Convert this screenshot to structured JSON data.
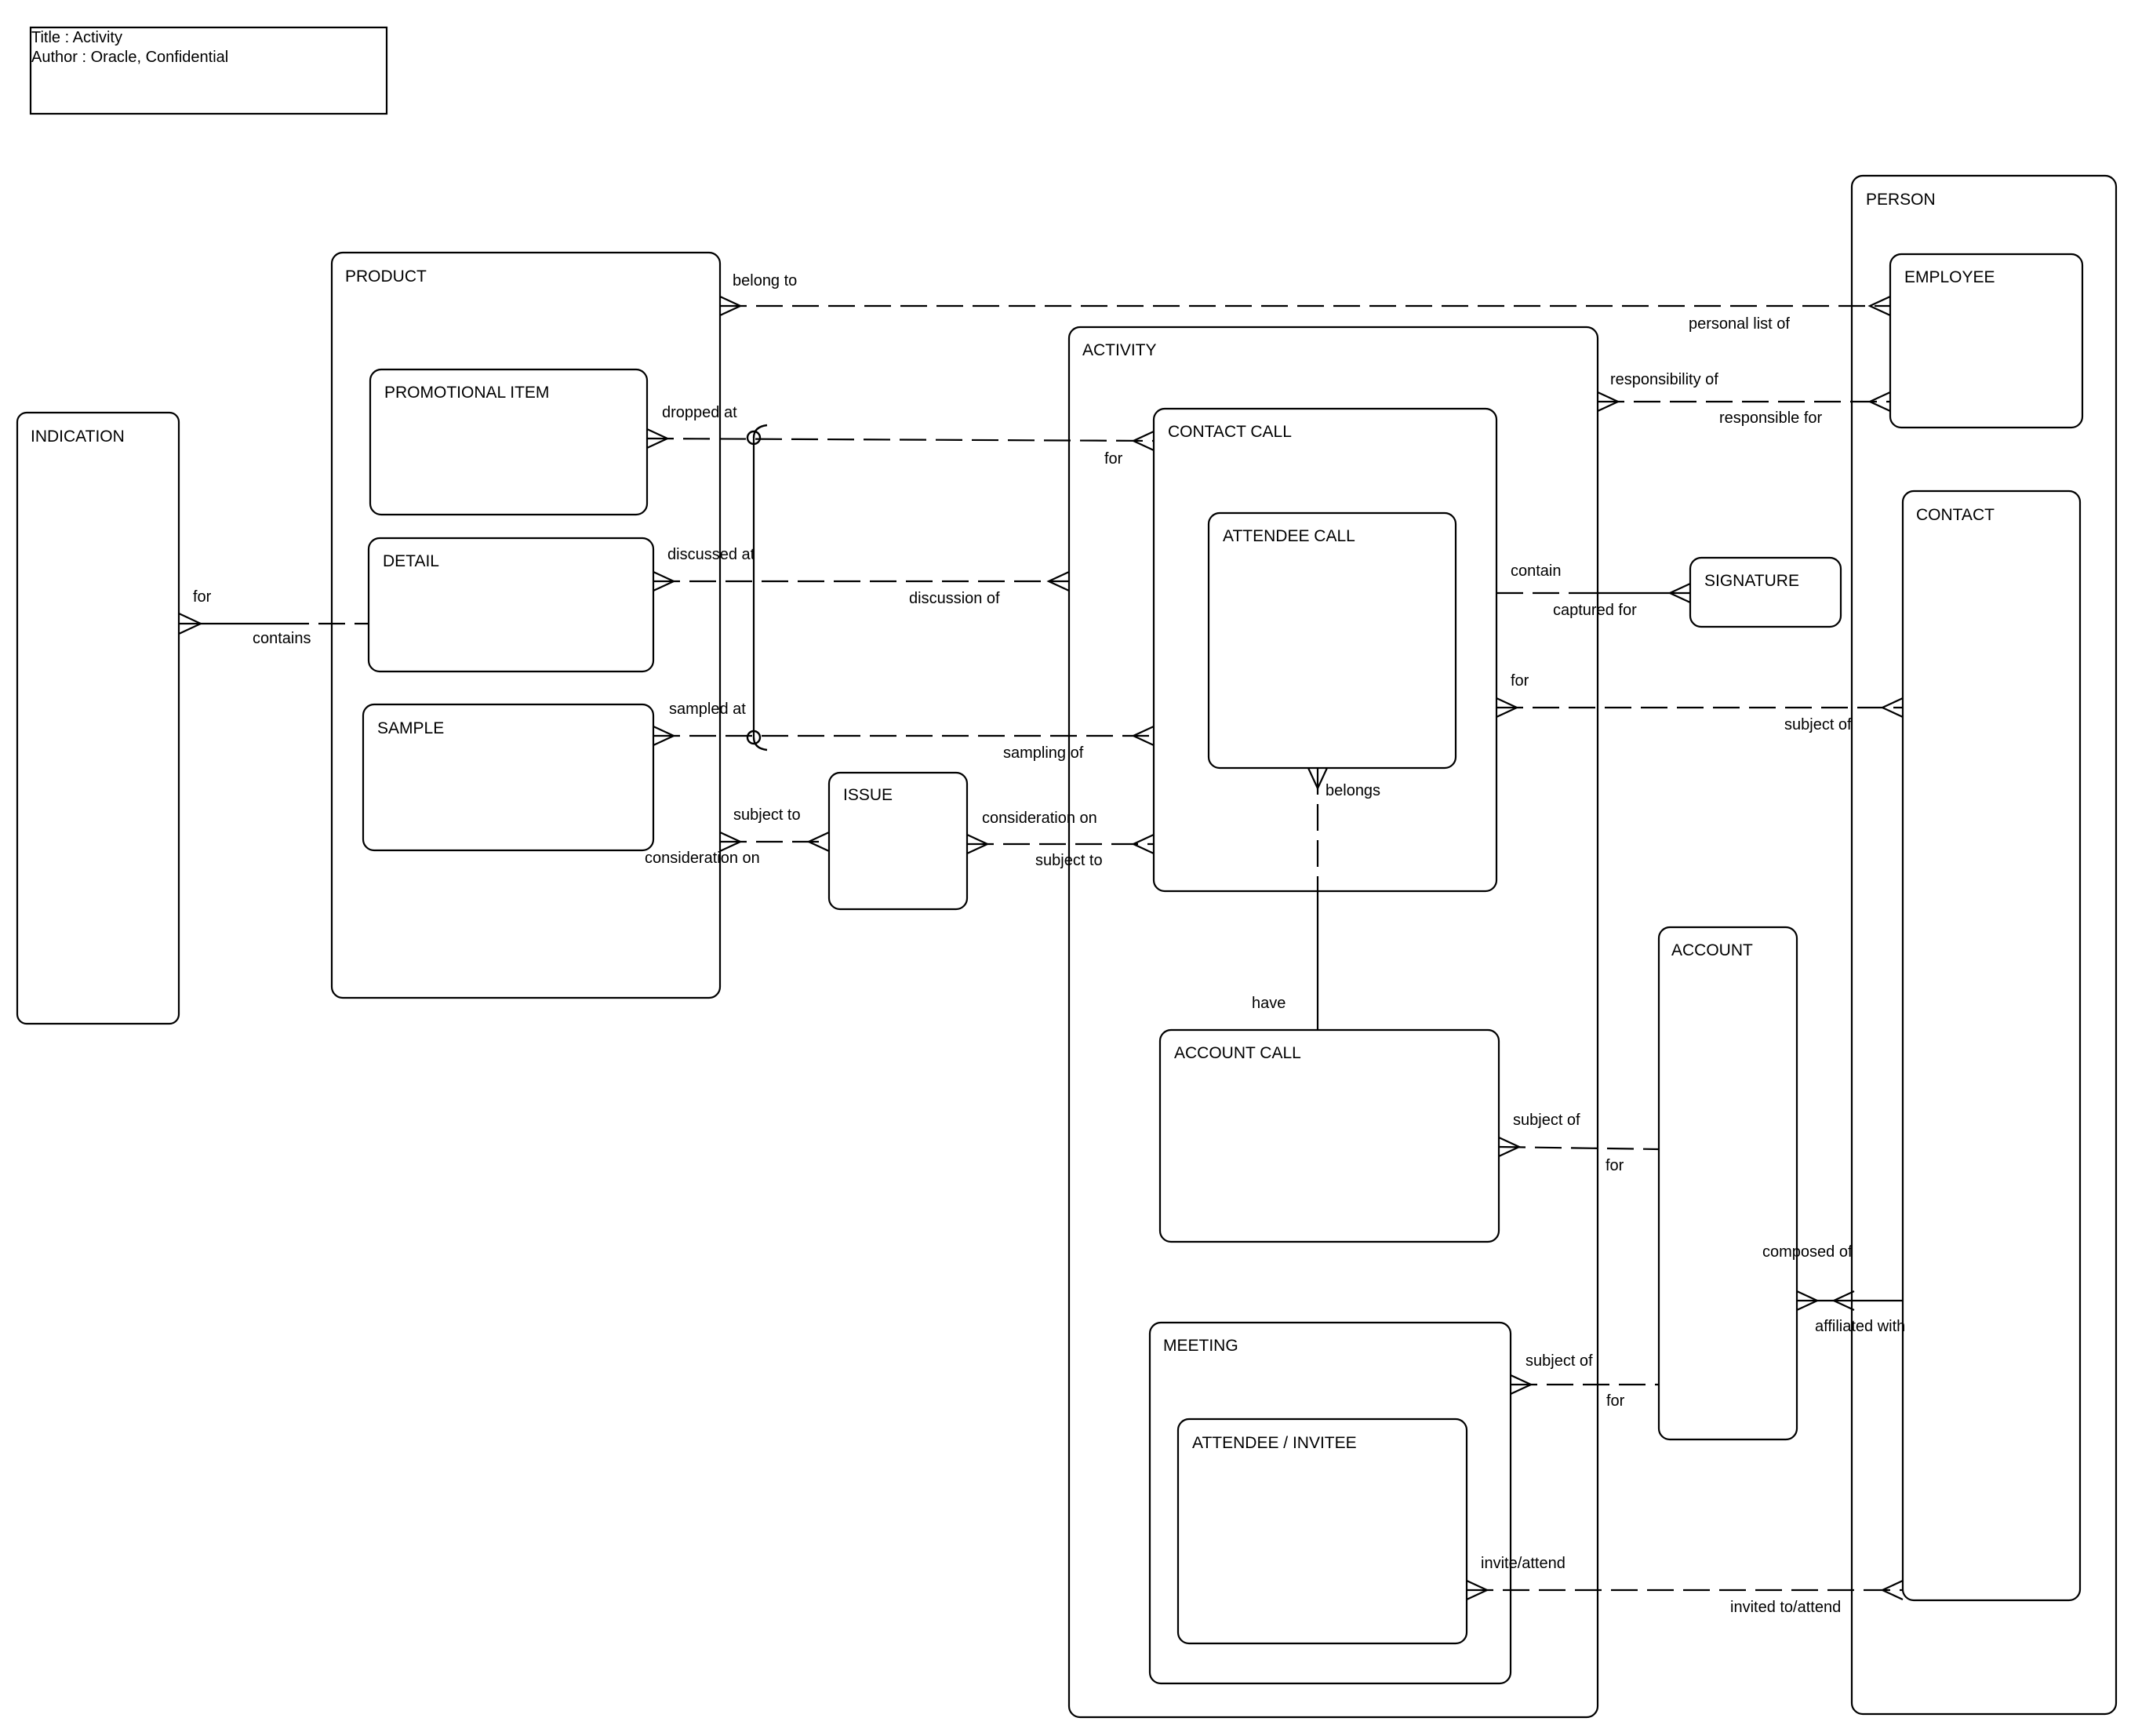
{
  "title_block": {
    "title": "Title : Activity",
    "author": "Author : Oracle, Confidential"
  },
  "entities": {
    "indication": "INDICATION",
    "product": "PRODUCT",
    "promotional_item": "PROMOTIONAL ITEM",
    "detail": "DETAIL",
    "sample": "SAMPLE",
    "issue": "ISSUE",
    "activity": "ACTIVITY",
    "contact_call": "CONTACT CALL",
    "attendee_call": "ATTENDEE CALL",
    "account_call": "ACCOUNT CALL",
    "meeting": "MEETING",
    "attendee_invitee": "ATTENDEE / INVITEE",
    "signature": "SIGNATURE",
    "account": "ACCOUNT",
    "person": "PERSON",
    "employee": "EMPLOYEE",
    "contact": "CONTACT"
  },
  "relationships": {
    "indication_for": "for",
    "detail_contains": "contains",
    "product_belong_to": "belong to",
    "employee_personal_list_of": "personal list of",
    "activity_responsibility_of": "responsibility of",
    "employee_responsible_for": "responsible for",
    "promo_dropped_at": "dropped at",
    "contactcall_for": "for",
    "detail_discussed_at": "discussed at",
    "activity_discussion_of": "discussion of",
    "sample_sampled_at": "sampled at",
    "contactcall_sampling_of": "sampling of",
    "product_subject_to": "subject to",
    "issue_consideration_on_left": "consideration on",
    "issue_consideration_on_right": "consideration on",
    "contactcall_subject_to": "subject to",
    "contactcall_contain": "contain",
    "signature_captured_for": "captured for",
    "contactcall_for_contact": "for",
    "contact_subject_of": "subject of",
    "attendeecall_belongs": "belongs",
    "accountcall_have": "have",
    "accountcall_subject_of": "subject of",
    "account_for_accountcall": "for",
    "account_composed_of": "composed of",
    "contact_affiliated_with": "affiliated with",
    "meeting_subject_of": "subject of",
    "account_for_meeting": "for",
    "attendee_invite_attend": "invite/attend",
    "contact_invited_to_attend": "invited to/attend"
  }
}
